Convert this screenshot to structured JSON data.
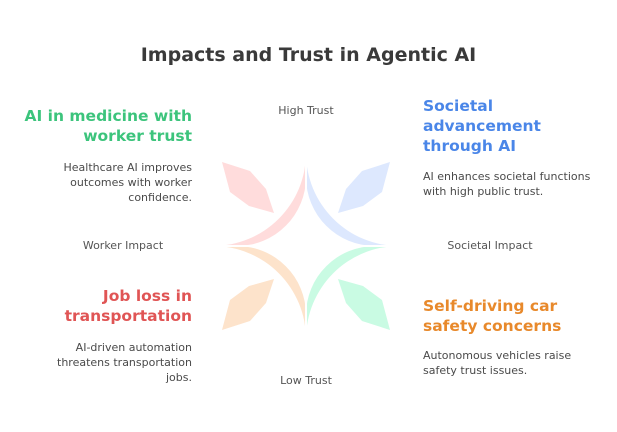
{
  "title": "Impacts and Trust in Agentic AI",
  "axes": {
    "top": "High Trust",
    "bottom": "Low Trust",
    "left": "Worker Impact",
    "right": "Societal Impact"
  },
  "quadrants": [
    {
      "id": "top-left",
      "heading": "AI in medicine with worker trust",
      "description": "Healthcare AI improves outcomes with worker confidence.",
      "color": "#3cc47c",
      "fill": "#fde3cb"
    },
    {
      "id": "top-right",
      "heading": "Societal advancement through AI",
      "description": "AI enhances societal functions with high public trust.",
      "color": "#4a86e8",
      "fill": "#c9fbe3"
    },
    {
      "id": "bottom-left",
      "heading": "Job loss in transportation",
      "description": "AI-driven automation threatens transportation jobs.",
      "color": "#e05555",
      "fill": "#ffdcdc"
    },
    {
      "id": "bottom-right",
      "heading": "Self-driving car safety concerns",
      "description": "Autonomous vehicles raise safety trust issues.",
      "color": "#e8892b",
      "fill": "#dde8fe"
    }
  ]
}
